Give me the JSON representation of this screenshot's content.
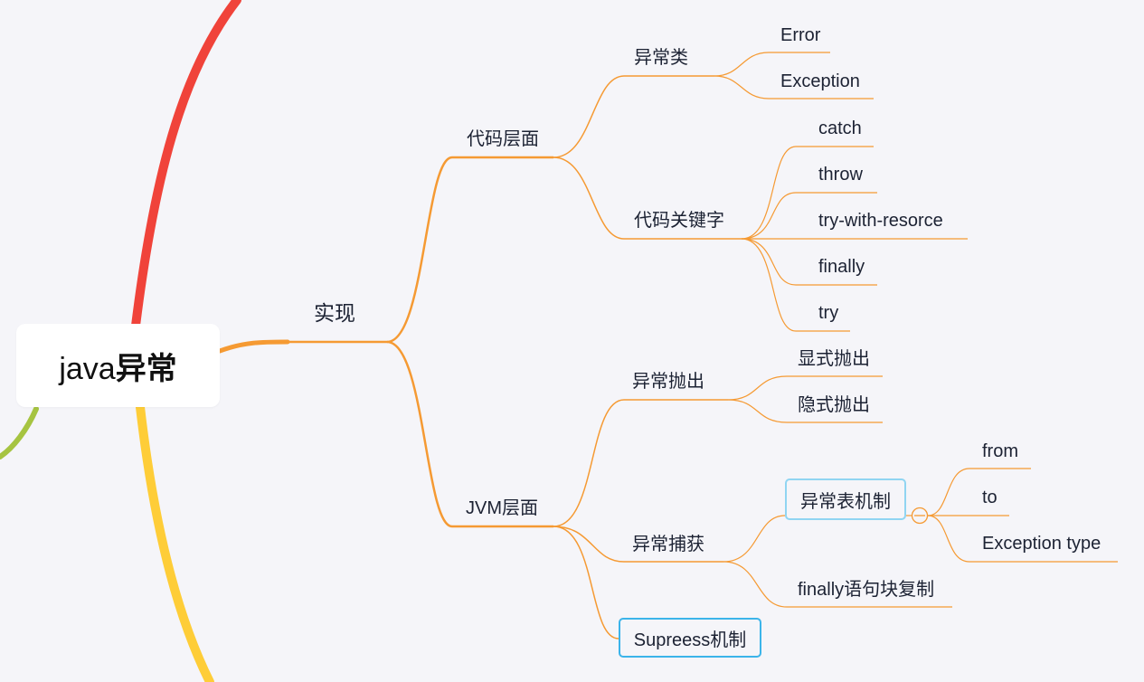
{
  "root": {
    "label_latin": "java",
    "label_cjk": "异常"
  },
  "branch": {
    "label": "实现",
    "children": [
      {
        "label": "代码层面",
        "children": [
          {
            "label": "异常类",
            "children": [
              "Error",
              "Exception"
            ]
          },
          {
            "label": "代码关键字",
            "children": [
              "catch",
              "throw",
              "try-with-resorce",
              "finally",
              "try"
            ]
          }
        ]
      },
      {
        "label": "JVM层面",
        "children": [
          {
            "label": "异常抛出",
            "children": [
              "显式抛出",
              "隐式抛出"
            ]
          },
          {
            "label": "异常捕获",
            "children": [
              {
                "label": "异常表机制",
                "children": [
                  "from",
                  "to",
                  "Exception type"
                ]
              },
              {
                "label": "finally语句块复制"
              }
            ]
          },
          {
            "label": "Supreess机制"
          }
        ]
      }
    ]
  },
  "colors": {
    "background": "#f5f5f9",
    "branch_orange": "#f59a33",
    "red_branch": "#f0433a",
    "yellow_branch": "#fecd38",
    "green_branch": "#a6c441",
    "box_light_blue": "#90d5f2",
    "box_blue": "#3bb4ea"
  }
}
